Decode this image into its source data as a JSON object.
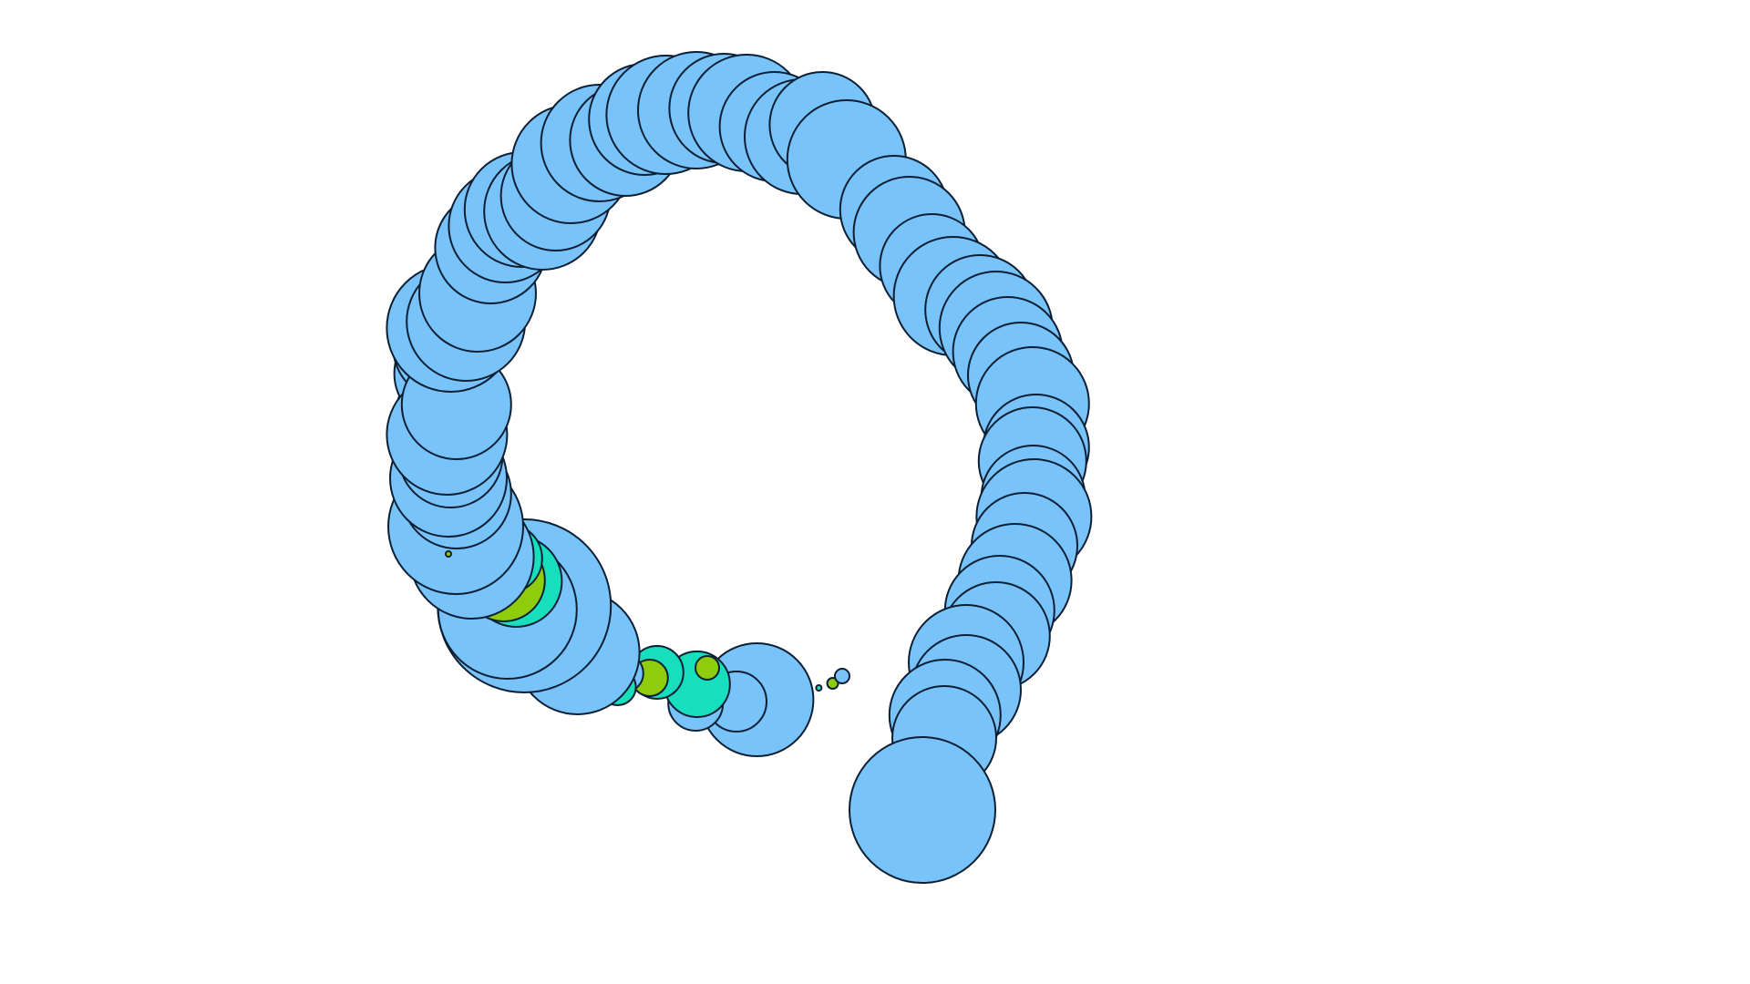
{
  "chart_data": {
    "type": "bubble-ring",
    "colors": {
      "blue": "#79c3fb",
      "green": "#8fcd0c",
      "teal": "#17dfbe",
      "outline": "#0b1f33",
      "background": "#ffffff"
    },
    "bubble_count": 75,
    "color_groups": [
      "blue",
      "green",
      "teal"
    ]
  }
}
